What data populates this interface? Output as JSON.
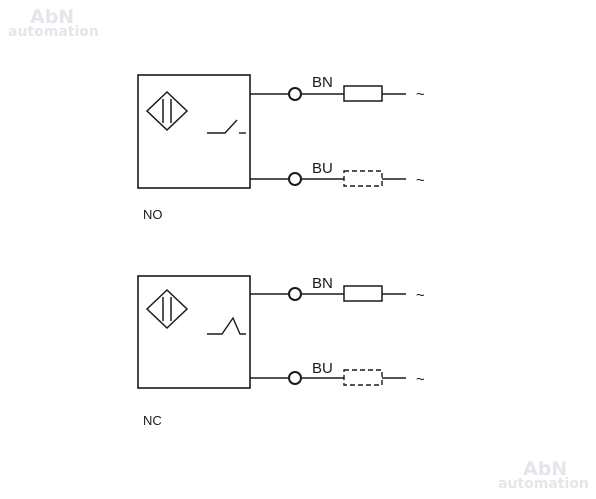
{
  "watermark": {
    "brand": "AbN",
    "subtitle": "automation"
  },
  "circuits": [
    {
      "mode_label": "NO",
      "switch_type": "normally-open",
      "wires": [
        {
          "color_code": "BN",
          "load": "solid",
          "terminal": "~"
        },
        {
          "color_code": "BU",
          "load": "dashed",
          "terminal": "~"
        }
      ]
    },
    {
      "mode_label": "NC",
      "switch_type": "normally-closed",
      "wires": [
        {
          "color_code": "BN",
          "load": "solid",
          "terminal": "~"
        },
        {
          "color_code": "BU",
          "load": "dashed",
          "terminal": "~"
        }
      ]
    }
  ],
  "colors": {
    "line": "#1a1a1a",
    "watermark": "#e3e6ea",
    "background": "#ffffff"
  }
}
